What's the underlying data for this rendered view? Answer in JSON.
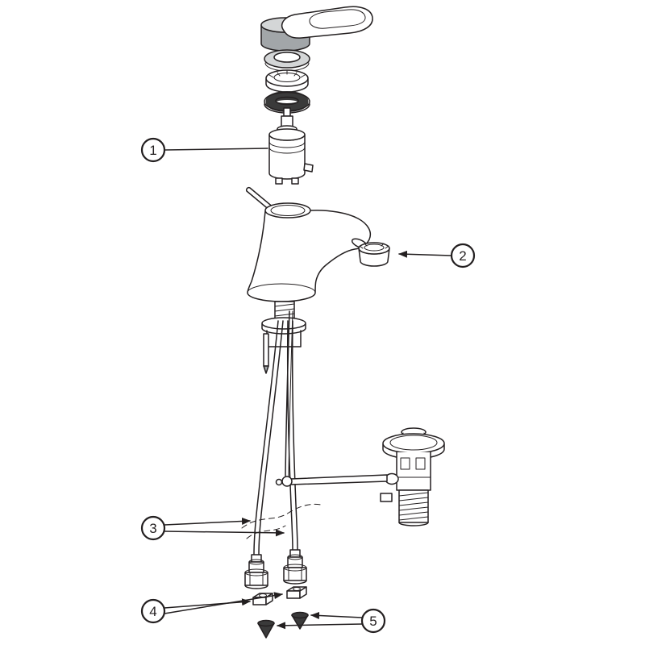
{
  "figure": {
    "type": "exploded-parts-diagram",
    "background_color": "#ffffff",
    "line_color": "#231f20",
    "seal_color": "#3a3a3a",
    "metal_gray": "#d4d6d7"
  },
  "callouts": [
    {
      "label": "1",
      "points_to": "cartridge"
    },
    {
      "label": "2",
      "points_to": "aerator"
    },
    {
      "label": "3",
      "points_to": "supply-hoses"
    },
    {
      "label": "4",
      "points_to": "coupling-nuts"
    },
    {
      "label": "5",
      "points_to": "cone-seals"
    }
  ]
}
